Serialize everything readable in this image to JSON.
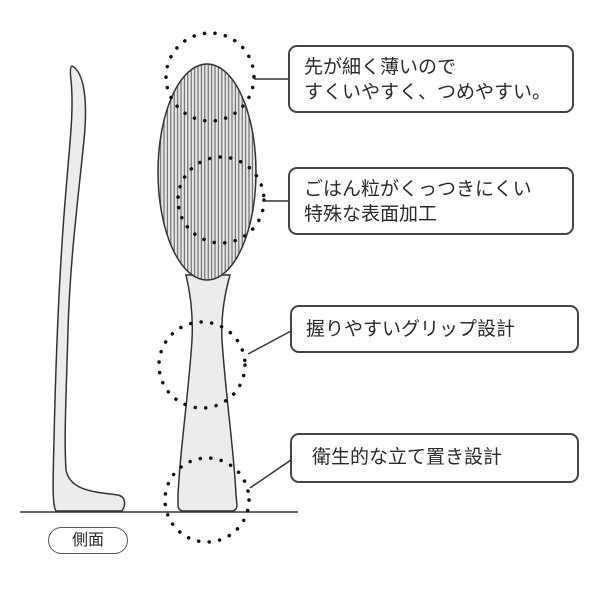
{
  "callouts": [
    {
      "lines": [
        "先が細く薄いので",
        "すくいやすく、つめやすい。"
      ]
    },
    {
      "lines": [
        "ごはん粒がくっつきにくい",
        "特殊な表面加工"
      ]
    },
    {
      "lines": [
        "握りやすいグリップ設計"
      ]
    },
    {
      "lines": [
        "衛生的な立て置き設計"
      ]
    }
  ],
  "side_label": "側面",
  "colors": {
    "paddle_fill": "#ececec",
    "outline": "#333333",
    "hatch": "#555555"
  }
}
